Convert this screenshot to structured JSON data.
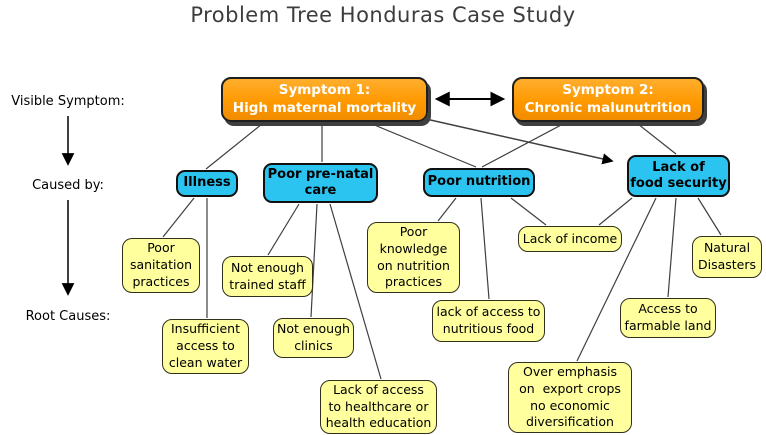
{
  "title": "Problem Tree Honduras Case Study",
  "row_labels": {
    "visible_symptom": "Visible Symptom:",
    "caused_by": "Caused by:",
    "root_causes": "Root Causes:"
  },
  "colors": {
    "symptom_fill": "#ff9900",
    "symptom_fill_light": "#ffae2e",
    "cause_fill": "#2bc3f0",
    "root_fill": "#ffff9e",
    "connector": "#3f3f3f",
    "title_text": "#3d3d3d"
  },
  "nodes": {
    "symptom1": {
      "label": "Symptom 1:\nHigh maternal mortality"
    },
    "symptom2": {
      "label": "Symptom 2:\nChronic malunutrition"
    },
    "illness": {
      "label": "Illness"
    },
    "prenatal_care": {
      "label": "Poor pre-natal\ncare"
    },
    "poor_nutrition": {
      "label": "Poor nutrition"
    },
    "food_security": {
      "label": "Lack of\nfood security"
    },
    "sanitation": {
      "label": "Poor\nsanitation\npractices"
    },
    "trained_staff": {
      "label": "Not enough\ntrained staff"
    },
    "clean_water": {
      "label": "Insufficient\naccess to\nclean water"
    },
    "clinics": {
      "label": "Not enough\nclinics"
    },
    "nutrition_knowledge": {
      "label": "Poor\nknowledge\non nutrition\npractices"
    },
    "nutritious_food": {
      "label": "lack of access to\nnutritious food"
    },
    "income": {
      "label": "Lack of income"
    },
    "natural_disasters": {
      "label": "Natural\nDisasters"
    },
    "farmable_land": {
      "label": "Access to\nfarmable land"
    },
    "healthcare_access": {
      "label": "Lack of access\nto healthcare or\nhealth education"
    },
    "export_crops": {
      "label": "Over emphasis\non  export crops\nno economic\ndiversification"
    }
  }
}
